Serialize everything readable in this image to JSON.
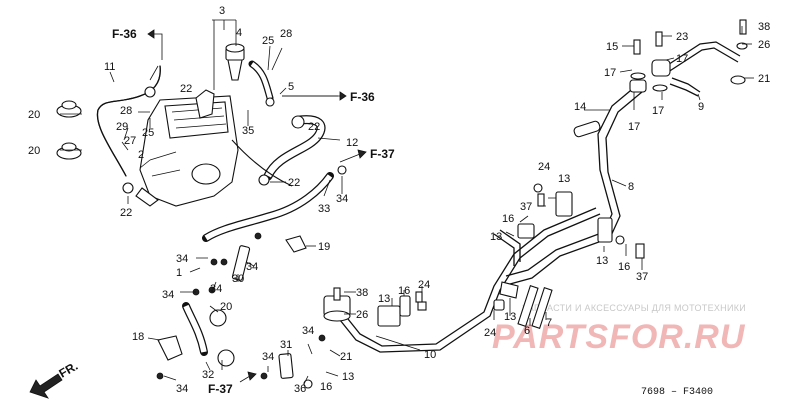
{
  "references": {
    "f36_left": "F-36",
    "f36_right": "F-36",
    "f37_right": "F-37",
    "f37_bottom": "F-37"
  },
  "front_marker": "FR.",
  "labels": {
    "c38_top": "38",
    "c23": "23",
    "c26_top": "26",
    "c15": "15",
    "c17_a": "17",
    "c17_b": "17",
    "c17_c": "17",
    "c21_top": "21",
    "c9": "9",
    "c17_d": "17",
    "c3": "3",
    "c4": "4",
    "c28_top": "28",
    "c25_top": "25",
    "c5": "5",
    "c11": "11",
    "c22_a": "22",
    "c28_mid": "28",
    "c25_mid": "25",
    "c20_a": "20",
    "c29": "29",
    "c27": "27",
    "c20_b": "20",
    "c2": "2",
    "c22_b": "22",
    "c35": "35",
    "c22_c": "22",
    "c12": "12",
    "c22_d": "22",
    "c34_a": "34",
    "c33": "33",
    "c14": "14",
    "c8": "8",
    "c24_a": "24",
    "c13_a": "13",
    "c37_a": "37",
    "c16_a": "16",
    "c13_b": "13",
    "c13_c": "13",
    "c16_b": "16",
    "c37_b": "37",
    "c19": "19",
    "c34_b": "34",
    "c1": "1",
    "c34_c": "34",
    "c30": "30",
    "c34_d": "34",
    "c34_e": "34",
    "c20_c": "20",
    "c38_mid": "38",
    "c26_mid": "26",
    "c13_d": "13",
    "c16_c": "16",
    "c24_b": "24",
    "c24_c": "24",
    "c13_e": "13",
    "c6": "6",
    "c7": "7",
    "c18": "18",
    "c34_f": "34",
    "c32": "32",
    "c34_g": "34",
    "c31": "31",
    "c10": "10",
    "c21_bottom": "21",
    "c34_h": "34",
    "c36": "36",
    "c16_d": "16",
    "c13_f": "13"
  },
  "watermark": {
    "caption": "ЗАПЧАСТИ И АКСЕССУАРЫ ДЛЯ МОТОТЕХНИКИ",
    "logo": "PARTSFOR.RU"
  },
  "drawing_code": "7698 – F3400"
}
